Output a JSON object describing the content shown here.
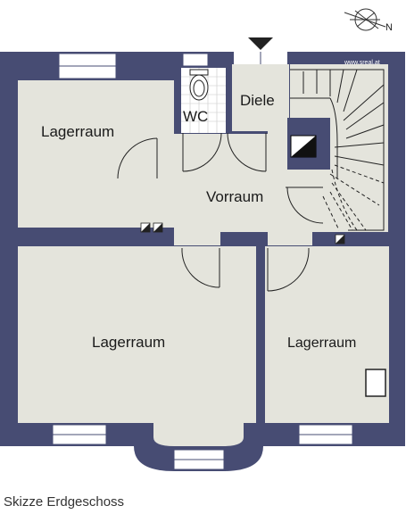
{
  "plan": {
    "website": "www.sreal.at",
    "compass_label": "N",
    "rooms": {
      "lagerraum_top_left": "Lagerraum",
      "wc": "WC",
      "diele": "Diele",
      "vorraum": "Vorraum",
      "lagerraum_bottom_left": "Lagerraum",
      "lagerraum_bottom_right": "Lagerraum"
    }
  },
  "caption": "Skizze Erdgeschoss",
  "colors": {
    "wall": "#474c73",
    "floor": "#e4e4dc",
    "wc_tiles": "#ffffff",
    "tile_grid": "#c8c8c8",
    "background": "#ffffff"
  }
}
